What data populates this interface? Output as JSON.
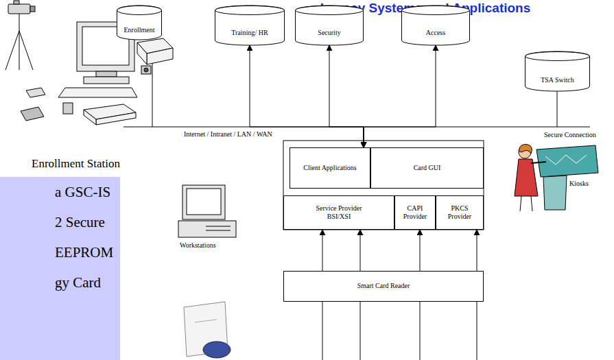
{
  "diagram": {
    "title": "Legacy Systems and Applications",
    "nodes": [
      {
        "text": [
          "Enrollment"
        ]
      },
      {
        "text": [
          "Training/ HR"
        ]
      },
      {
        "text": [
          "Security"
        ]
      },
      {
        "text": [
          "Access"
        ]
      },
      {
        "text": [
          "TSA Switch"
        ]
      },
      {
        "text": [
          "Client Applications"
        ]
      },
      {
        "text": [
          "Card GUI"
        ]
      },
      {
        "text": [
          "Service Provider BSI/XSI"
        ]
      },
      {
        "text": [
          "CAPI Provider"
        ]
      },
      {
        "text": [
          "PKCS Provider"
        ]
      },
      {
        "text": [
          "Smart Card Reader"
        ]
      }
    ],
    "edges": [
      {
        "from": 0,
        "to": 5,
        "arrow": "to"
      },
      {
        "from": 1,
        "to": 5,
        "arrow": "both"
      },
      {
        "from": 2,
        "to": 5,
        "arrow": "both"
      },
      {
        "from": 3,
        "to": 5,
        "arrow": "both"
      },
      {
        "from": 4,
        "to": 5,
        "arrow": "to"
      },
      {
        "from": 10,
        "to": 7,
        "arrow": "to"
      },
      {
        "from": 10,
        "to": 7,
        "arrow": "to"
      },
      {
        "from": 10,
        "to": 8,
        "arrow": "to"
      },
      {
        "from": 10,
        "to": 9,
        "arrow": "to"
      }
    ],
    "labels": [
      "Enrollment Station",
      "Internet / Intranet / LAN / WAN",
      "Secure Connection",
      "Workstations",
      "Kiosks",
      "a GSC-IS",
      "2 Secure",
      "EEPROM",
      "gy Card"
    ]
  }
}
